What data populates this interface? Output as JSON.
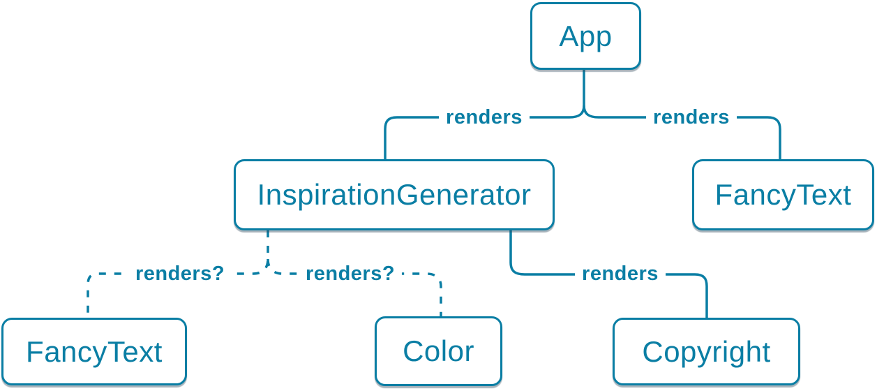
{
  "diagram": {
    "title": "React component render tree",
    "accent_color": "#0a7ea4",
    "background_color": "#ffffff",
    "nodes": [
      {
        "id": "app",
        "label": "App"
      },
      {
        "id": "inspiration-generator",
        "label": "InspirationGenerator"
      },
      {
        "id": "fancy-text-top",
        "label": "FancyText"
      },
      {
        "id": "fancy-text-bottom",
        "label": "FancyText"
      },
      {
        "id": "color",
        "label": "Color"
      },
      {
        "id": "copyright",
        "label": "Copyright"
      }
    ],
    "edges": [
      {
        "from": "App",
        "to": "InspirationGenerator",
        "label": "renders",
        "style": "solid"
      },
      {
        "from": "App",
        "to": "FancyText",
        "label": "renders",
        "style": "solid"
      },
      {
        "from": "InspirationGenerator",
        "to": "FancyText",
        "label": "renders?",
        "style": "dashed"
      },
      {
        "from": "InspirationGenerator",
        "to": "Color",
        "label": "renders?",
        "style": "dashed"
      },
      {
        "from": "InspirationGenerator",
        "to": "Copyright",
        "label": "renders",
        "style": "solid"
      }
    ]
  }
}
